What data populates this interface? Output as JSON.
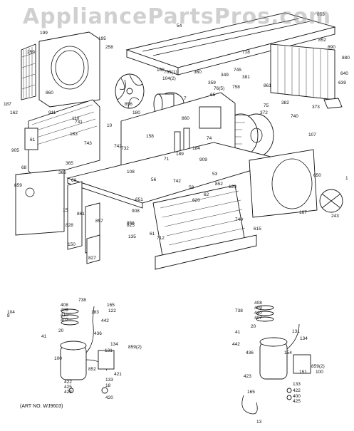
{
  "watermark": "AppliancePartsPros.com",
  "art_number": "(ART NO. WJ9603)",
  "main_callouts": [
    "853",
    "54",
    "852",
    "890",
    "199",
    "195",
    "259",
    "258",
    "718",
    "880",
    "640",
    "639",
    "162",
    "104(2)",
    "765(1)",
    "745",
    "360",
    "349",
    "381",
    "758",
    "861",
    "359",
    "76(5)",
    "65",
    "7",
    "75",
    "382",
    "372",
    "373",
    "187",
    "860",
    "856",
    "110",
    "158",
    "180",
    "911",
    "162",
    "10",
    "61",
    "905",
    "743",
    "742",
    "183",
    "731",
    "189",
    "184",
    "74",
    "740",
    "107",
    "365",
    "366",
    "732",
    "60",
    "68",
    "859",
    "860",
    "909",
    "742",
    "53",
    "1",
    "167",
    "243",
    "650",
    "908",
    "861",
    "856",
    "712",
    "15",
    "828",
    "857",
    "825",
    "135",
    "150",
    "827",
    "852",
    "120",
    "740",
    "615",
    "620",
    "62",
    "58",
    "651",
    "56",
    "71",
    "108",
    "61",
    "104",
    "8"
  ],
  "left_compressor_callouts": [
    "738",
    "408",
    "409",
    "410",
    "407",
    "20",
    "41",
    "183",
    "165",
    "122",
    "442",
    "436",
    "134",
    "131",
    "859(2)",
    "100",
    "422",
    "425",
    "423",
    "421",
    "133",
    "852",
    "420",
    "18"
  ],
  "right_compressor_callouts": [
    "738",
    "408",
    "409",
    "410",
    "407",
    "20",
    "41",
    "442",
    "436",
    "131",
    "134",
    "859(2)",
    "100",
    "151",
    "154",
    "133",
    "422",
    "400",
    "425",
    "423",
    "165",
    "13"
  ]
}
